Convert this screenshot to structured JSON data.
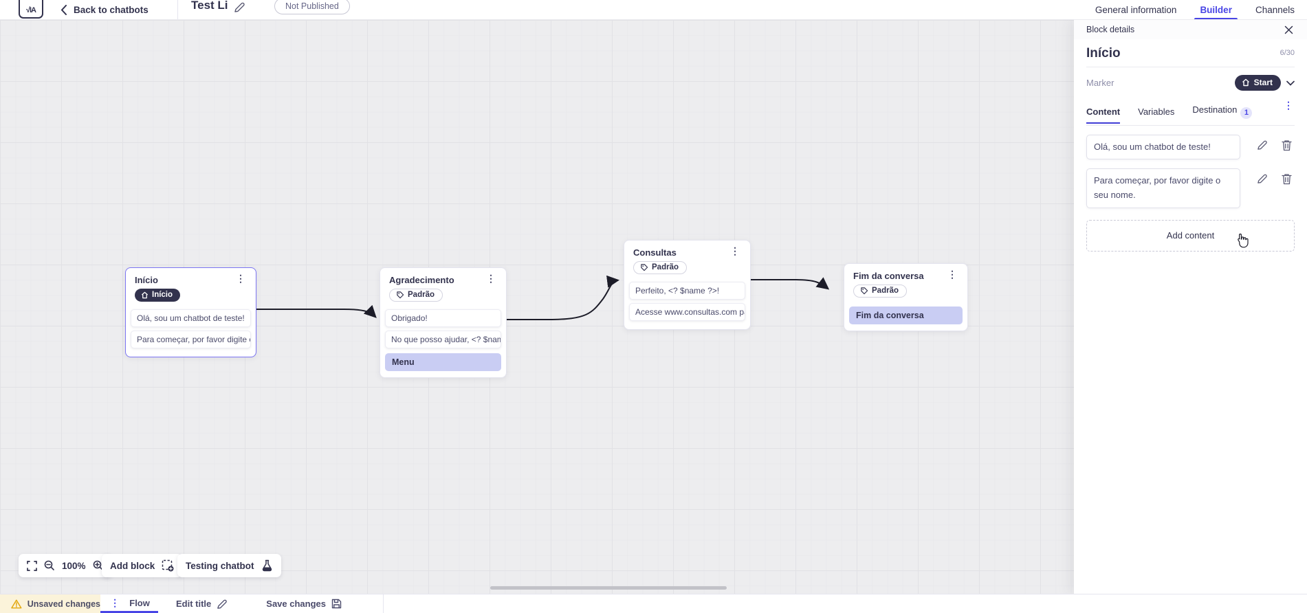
{
  "topbar": {
    "back_label": "Back to chatbots",
    "bot_title": "Test Li",
    "status_badge": "Not Published",
    "tabs": [
      {
        "label": "General information",
        "active": false
      },
      {
        "label": "Builder",
        "active": true
      },
      {
        "label": "Channels",
        "active": false
      }
    ]
  },
  "panel": {
    "header": "Block details",
    "block_name": "Início",
    "name_counter": "6/30",
    "marker_label": "Marker",
    "marker_value": "Start",
    "tabs": [
      {
        "label": "Content",
        "active": true
      },
      {
        "label": "Variables",
        "active": false
      },
      {
        "label": "Destination",
        "active": false,
        "badge": "1"
      }
    ],
    "contents": [
      "Olá, sou um chatbot de teste!",
      "Para começar, por favor digite o seu nome."
    ],
    "add_content_label": "Add content"
  },
  "canvas": {
    "blocks": [
      {
        "title": "Início",
        "badge": "Início",
        "selected": true,
        "tag": null,
        "messages": [
          "Olá, sou um chatbot de teste!",
          "Para começar, por favor digite o ..."
        ],
        "buttons": []
      },
      {
        "title": "Agradecimento",
        "badge": null,
        "selected": false,
        "tag": "Padrão",
        "messages": [
          "Obrigado!",
          "No que posso ajudar, <? $name ..."
        ],
        "buttons": [
          "Menu"
        ]
      },
      {
        "title": "Consultas",
        "badge": null,
        "selected": false,
        "tag": "Padrão",
        "messages": [
          "Perfeito, <? $name ?>!",
          "Acesse www.consultas.com par..."
        ],
        "buttons": []
      },
      {
        "title": "Fim da conversa",
        "badge": null,
        "selected": false,
        "tag": "Padrão",
        "messages": [],
        "buttons": [
          "Fim da conversa"
        ]
      }
    ]
  },
  "controls": {
    "zoom_level": "100%",
    "add_block_label": "Add block",
    "testing_label": "Testing chatbot"
  },
  "bottombar": {
    "unsaved_label": "Unsaved changes",
    "flow_tab": "Flow",
    "edit_title_label": "Edit title",
    "save_label": "Save changes"
  },
  "icons": {
    "back": "chevron-left",
    "close": "x-mark",
    "kebab": "vertical-dots",
    "edit": "pencil",
    "delete": "trash-can",
    "home": "house",
    "tag": "label-tag",
    "chevron_down": "v-chevron",
    "warning": "triangle-exclamation",
    "save": "floppy-disk",
    "testing": "flask",
    "fullscreen": "corner-brackets",
    "zoom_in": "magnifier-plus",
    "zoom_out": "magnifier-minus",
    "add_block": "dashed-square-plus",
    "cursor": "hand-pointer"
  },
  "colors": {
    "accent": "#4845e5",
    "dark_navy": "#32324d",
    "selected_border": "#7b74f2",
    "lavender_button": "#c9cdf3",
    "warning_bg": "#fbf3da",
    "canvas_bg": "#ededef"
  }
}
